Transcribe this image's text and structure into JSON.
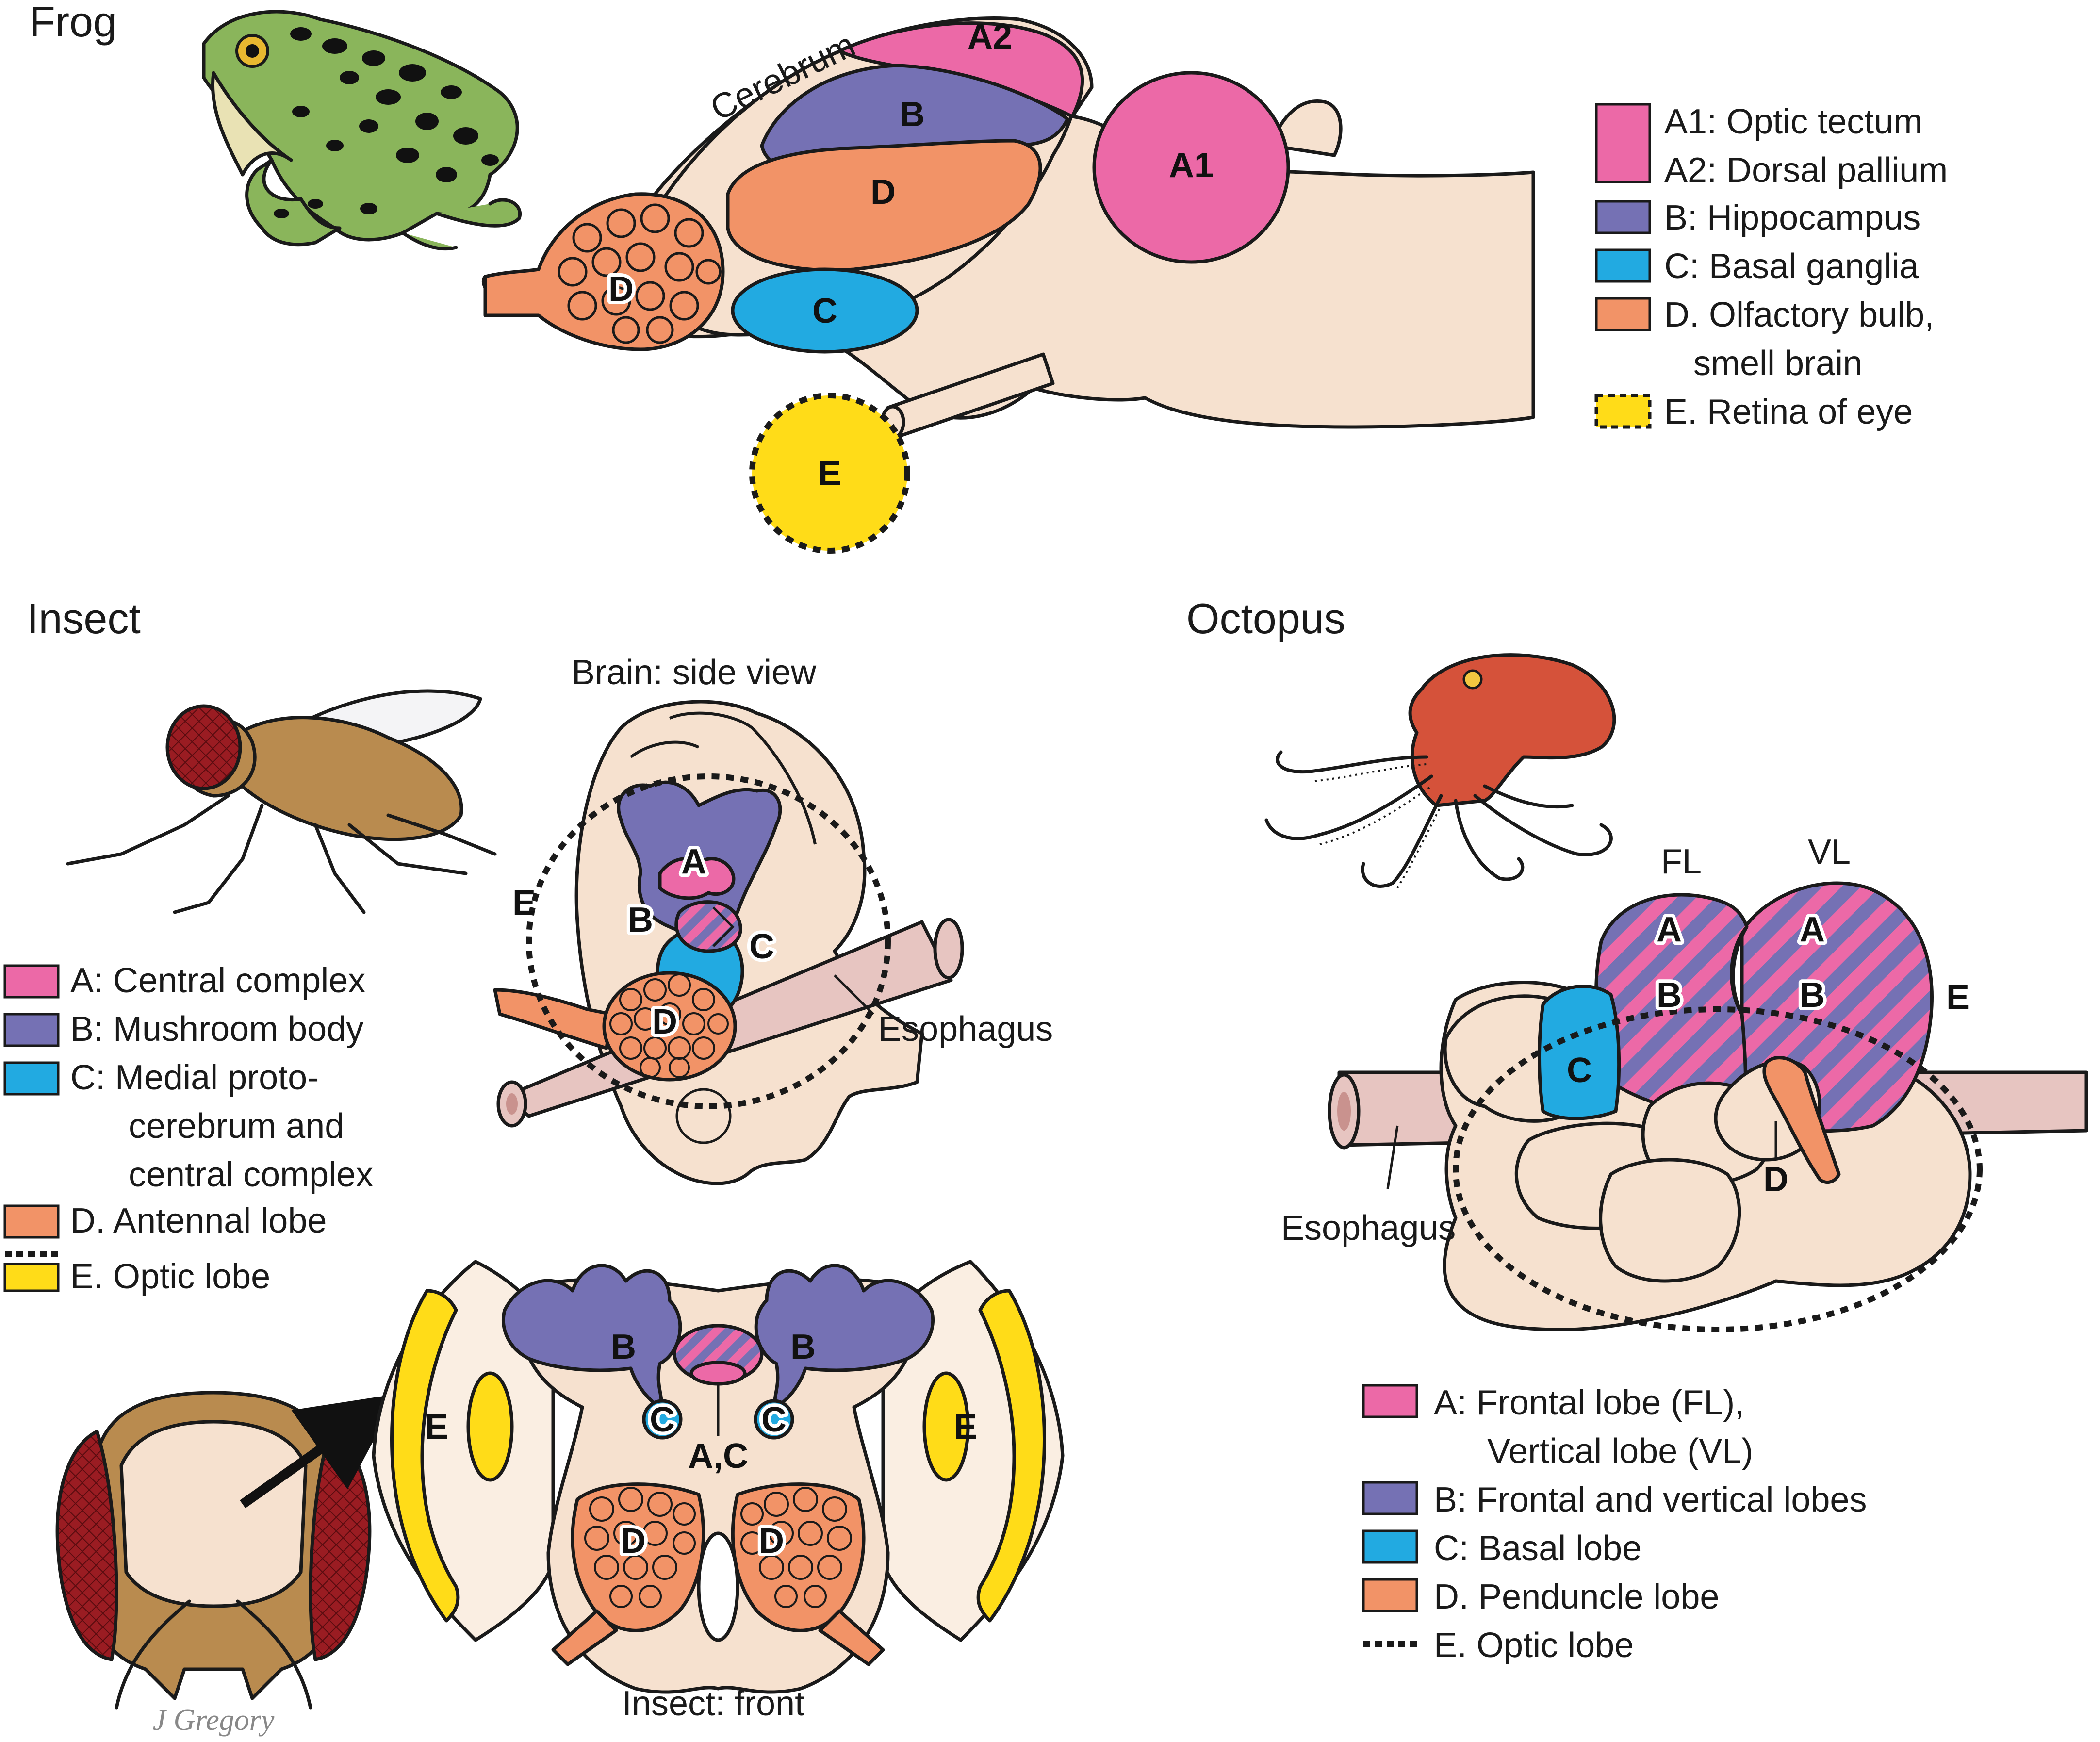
{
  "colors": {
    "tissue": "#f6e1cf",
    "tissue_light": "#faeee2",
    "pink": "#ec69a7",
    "purple": "#7571b4",
    "blue": "#22aae1",
    "orange": "#f29367",
    "yellow": "#ffdc18",
    "esophagus": "#e7c5c1",
    "frog_green": "#8ab55b",
    "fly_brown": "#b98b4f",
    "fly_eye": "#9a1c22",
    "octopus_red": "#d5523a"
  },
  "frog": {
    "title": "Frog",
    "cerebrum_label": "Cerebrum",
    "labels": {
      "a2": "A2",
      "a1": "A1",
      "b": "B",
      "d_cerebrum": "D",
      "d_bulb": "D",
      "c": "C",
      "e": "E"
    },
    "legend": [
      {
        "text": "A1: Optic tectum"
      },
      {
        "text": "A2: Dorsal pallium"
      },
      {
        "text": "B: Hippocampus"
      },
      {
        "text": "C: Basal ganglia"
      },
      {
        "text": "D. Olfactory bulb,"
      },
      {
        "text": "smell brain"
      },
      {
        "text": "E. Retina of eye"
      }
    ]
  },
  "insect": {
    "title": "Insect",
    "side_view_title": "Brain: side view",
    "front_title": "Insect: front",
    "esophagus_label": "Esophagus",
    "side_labels": {
      "a": "A",
      "b": "B",
      "c": "C",
      "d": "D",
      "e": "E"
    },
    "front_labels": {
      "b_left": "B",
      "b_right": "B",
      "c_left": "C",
      "c_right": "C",
      "ac": "A,C",
      "d_left": "D",
      "d_right": "D",
      "e_left": "E",
      "e_right": "E"
    },
    "legend": [
      {
        "text": "A: Central complex"
      },
      {
        "text": "B: Mushroom body"
      },
      {
        "text": "C: Medial proto-"
      },
      {
        "text": "cerebrum and"
      },
      {
        "text": "central complex"
      },
      {
        "text": "D. Antennal lobe"
      },
      {
        "text": "E. Optic lobe"
      }
    ]
  },
  "octopus": {
    "title": "Octopus",
    "fl_label": "FL",
    "vl_label": "VL",
    "esophagus_label": "Esophagus",
    "labels": {
      "a_fl": "A",
      "b_fl": "B",
      "a_vl": "A",
      "b_vl": "B",
      "c": "C",
      "d": "D",
      "e": "E"
    },
    "legend": [
      {
        "text": "A: Frontal lobe (FL),"
      },
      {
        "text": "Vertical lobe (VL)"
      },
      {
        "text": "B: Frontal and vertical lobes"
      },
      {
        "text": "C: Basal lobe"
      },
      {
        "text": "D. Penduncle lobe"
      },
      {
        "text": "E. Optic lobe"
      }
    ]
  },
  "signature": "J Gregory"
}
